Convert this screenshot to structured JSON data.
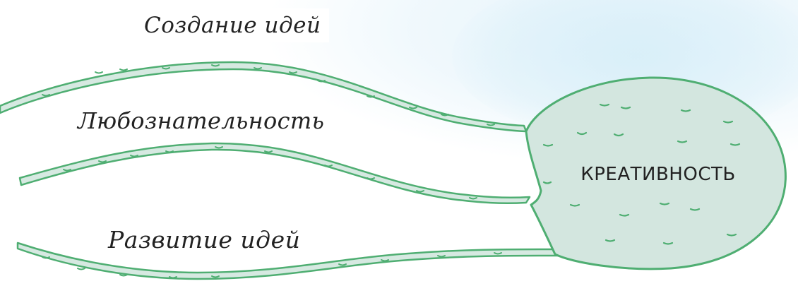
{
  "diagram": {
    "center_label": "КРЕАТИВНОСТЬ",
    "branches": [
      {
        "label": "Создание идей"
      },
      {
        "label": "Любознательность"
      },
      {
        "label": "Развитие идей"
      }
    ]
  },
  "colors": {
    "bulb_fill": "#d3e6df",
    "bulb_stroke": "#4fae72",
    "strand_fill": "#d6e9e1",
    "strand_stroke": "#4fae72",
    "dash_color": "#4fae72",
    "text_color": "#222222",
    "sky_tint": "#e6f4fb"
  }
}
